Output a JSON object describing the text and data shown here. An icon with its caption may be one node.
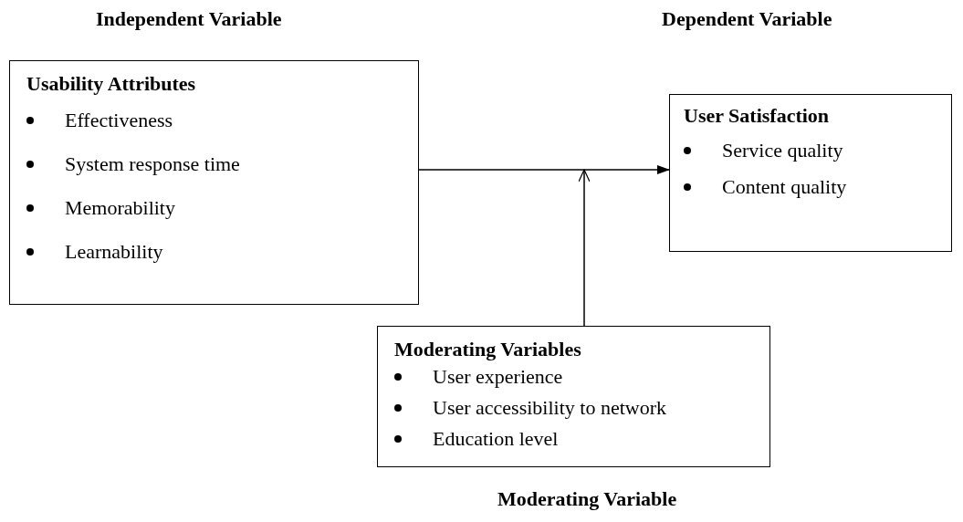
{
  "diagram": {
    "nodes": [
      {
        "text": [
          "Usability Attributes",
          "Effectiveness",
          "System response time",
          "Memorability",
          "Learnability"
        ],
        "beside": [
          "Independent Variable"
        ]
      },
      {
        "text": [
          "User Satisfaction",
          "Service quality",
          "Content quality"
        ],
        "beside": [
          "Dependent Variable"
        ]
      },
      {
        "text": [
          "Moderating Variables",
          "User experience",
          "User accessibility to network",
          "Education level"
        ],
        "beside": [
          "Moderating Variable"
        ]
      }
    ],
    "edges": [
      {
        "from": 0,
        "to": 1,
        "arrow": "to"
      },
      {
        "from": 2,
        "to": null,
        "arrow": "to"
      }
    ]
  }
}
